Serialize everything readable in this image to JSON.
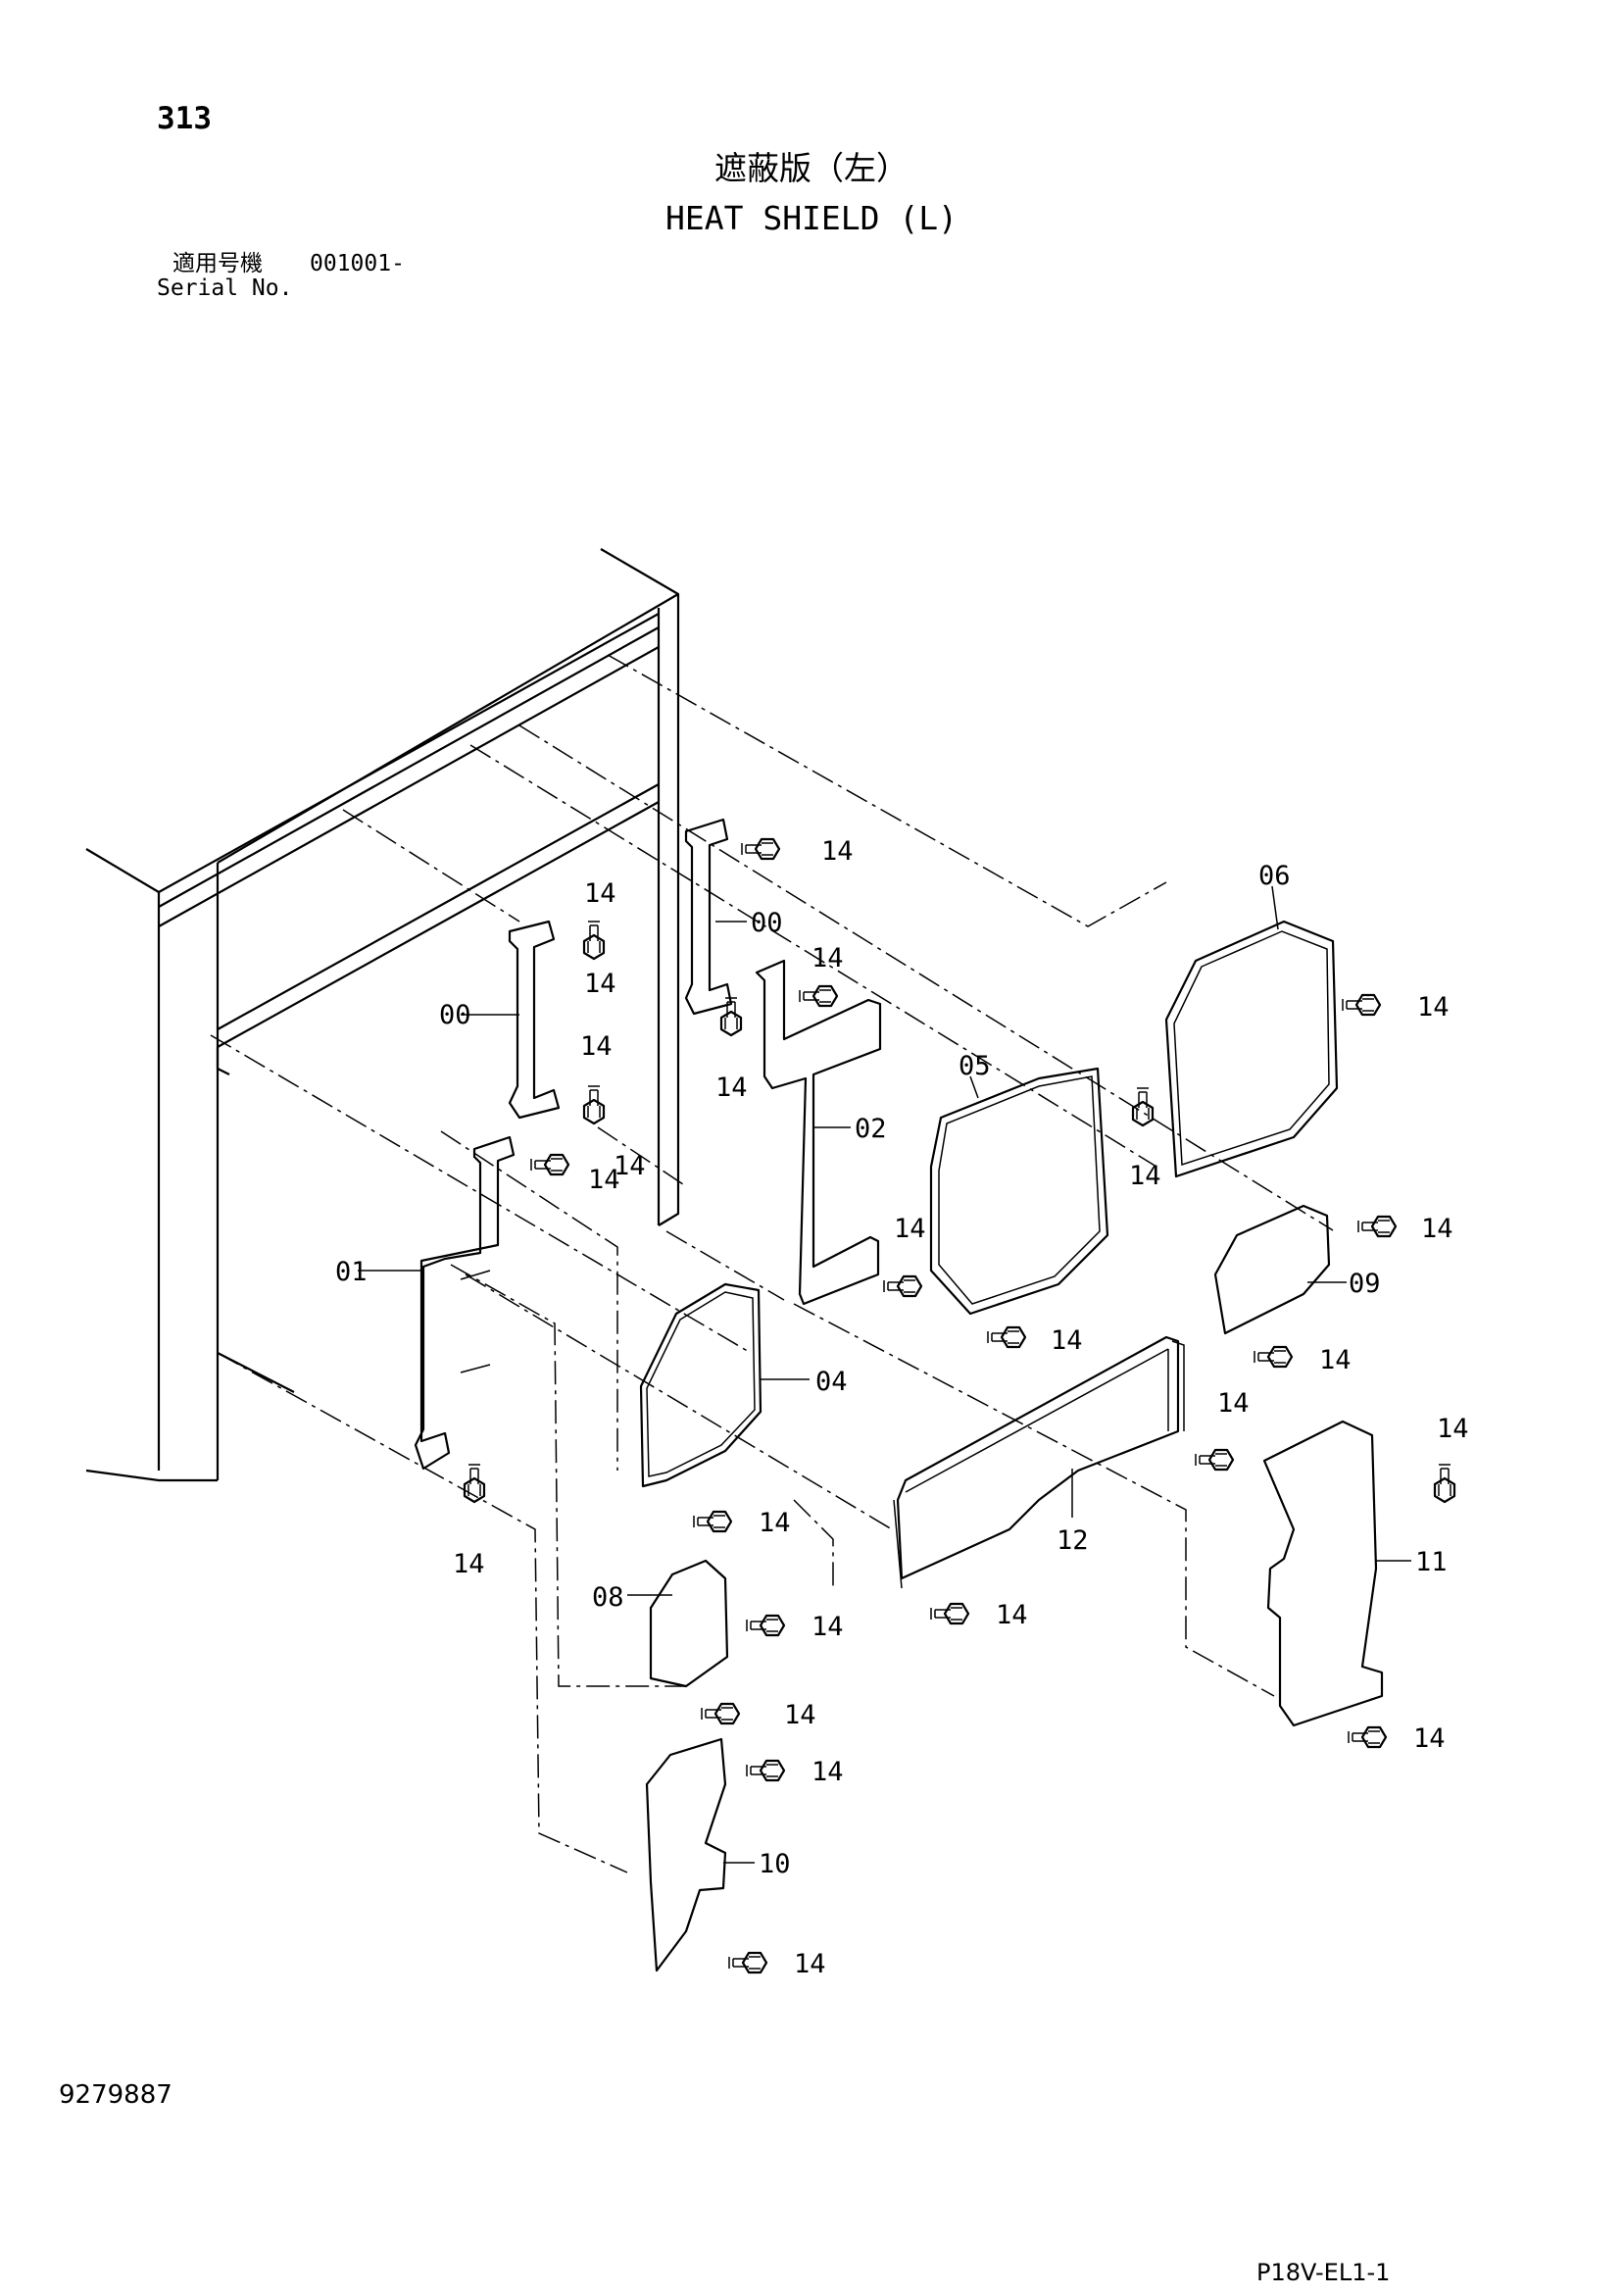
{
  "header": {
    "page_number": "313",
    "title_jp": "遮蔽版（左）",
    "title_en": "HEAT SHIELD (L)",
    "serial_label_jp": "適用号機",
    "serial_value": "001001-",
    "serial_label_en": "Serial No."
  },
  "footer": {
    "document_number": "9279887",
    "page_ref": "P18V-EL1-1"
  },
  "callouts": {
    "c00a": "00",
    "c00b": "00",
    "c01": "01",
    "c02": "02",
    "c04": "04",
    "c05": "05",
    "c06": "06",
    "c08": "08",
    "c09": "09",
    "c10": "10",
    "c11": "11",
    "c12": "12",
    "b01": "14",
    "b02": "14",
    "b03": "14",
    "b04": "14",
    "b05": "14",
    "b06": "14",
    "b07": "14",
    "b08": "14",
    "b09": "14",
    "b10": "14",
    "b11": "14",
    "b12": "14",
    "b13": "14",
    "b14": "14",
    "b15": "14",
    "b16": "14",
    "b17": "14",
    "b18": "14",
    "b19": "14",
    "b20": "14",
    "b21": "14",
    "b22": "14",
    "b23": "14",
    "b24": "14"
  }
}
